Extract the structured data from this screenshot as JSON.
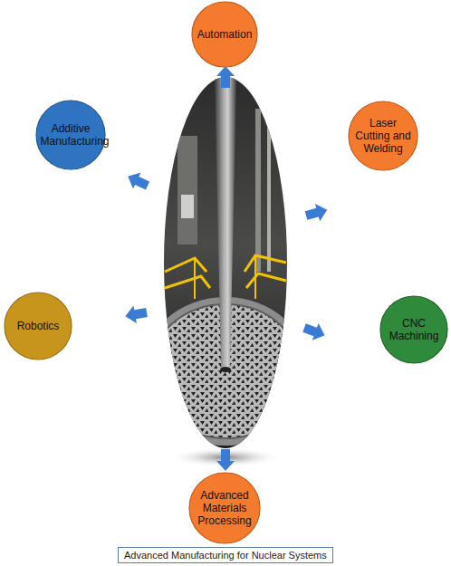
{
  "diagram": {
    "caption": "Advanced Manufacturing for Nuclear Systems",
    "nodes": [
      {
        "text": [
          "Automation"
        ]
      },
      {
        "text": [
          "Additive Manufacturing"
        ]
      },
      {
        "text": [
          "Laser Cutting and Welding"
        ]
      },
      {
        "text": [
          "Robotics"
        ]
      },
      {
        "text": [
          "CNC Machining"
        ]
      },
      {
        "text": [
          "Advanced Materials Processing"
        ]
      }
    ]
  }
}
